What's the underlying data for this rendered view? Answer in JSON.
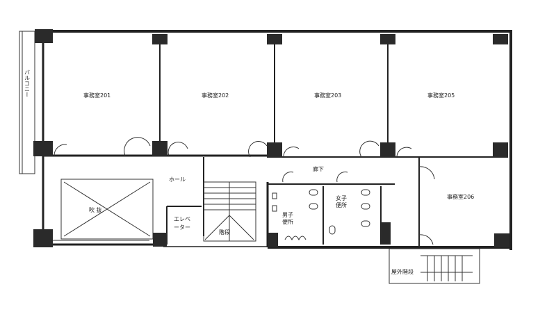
{
  "rooms": {
    "office201": "事務室201",
    "office202": "事務室202",
    "office203": "事務室203",
    "office205": "事務室205",
    "office206": "事務室206",
    "balcony": "バルコニー",
    "hall": "ホール",
    "void": "吹 抜",
    "elevator_1": "エレベ",
    "elevator_2": "ーター",
    "stairs": "階段",
    "corridor": "廊下",
    "mens_toilet_1": "男子",
    "mens_toilet_2": "便所",
    "womens_toilet_1": "女子",
    "womens_toilet_2": "便所",
    "outdoor_stairs": "屋外階段"
  },
  "colors": {
    "wall": "#222222",
    "column": "#2a2a2a"
  }
}
